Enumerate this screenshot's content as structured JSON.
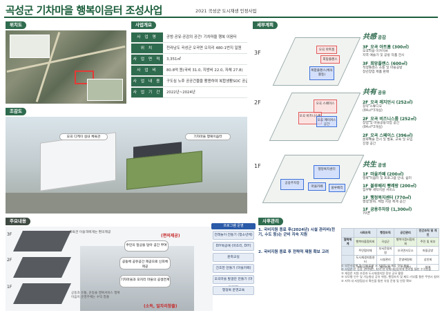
{
  "header": {
    "title": "곡성군 기차마을 행복이음터 조성사업",
    "subtitle": "2021 곡성군 도시재생 인정사업"
  },
  "location": {
    "section": "위치도"
  },
  "overview": {
    "section": "사업개요",
    "rows": [
      {
        "key": "사 업 명",
        "value": "공방·공유·공감의 공간! 기차마을 행복 이음터"
      },
      {
        "key": "위 치",
        "value": "전라남도 곡성군 오곡면 오지리 480-1번지 일원"
      },
      {
        "key": "사 업 면 적",
        "value": "3,351㎡"
      },
      {
        "key": "사 업 비",
        "value": "80.8억 원(국비 31.0, 지방비 22.0, 자체 27.8)"
      },
      {
        "key": "사 업 내 용",
        "value": "구도심 노후 공공건물을 활용하여 복합생활SOC 공급"
      },
      {
        "key": "사 업 기 간",
        "value": "2022년~2024년"
      }
    ]
  },
  "birdseye": {
    "section": "조감도",
    "callouts": [
      "오곡 디케이 실내 체육관",
      "기차마을 행복이음터"
    ]
  },
  "detail": {
    "section": "세부계획",
    "floors": [
      "3F",
      "2F",
      "1F"
    ],
    "rooms_3f": [
      "오곡 아트홈",
      "희망플랜스",
      "복합플랜스(체육활동)"
    ],
    "rooms_2f": [
      "오곡 스페이스",
      "오곡 비즈니스룸",
      "오곡 메이커스 공간"
    ],
    "rooms_1f": [
      "행정복지센터",
      "마을카페",
      "공용주차장",
      "블루베리"
    ]
  },
  "plan": {
    "groups": [
      {
        "head": "共感",
        "sub": "공감",
        "items": [
          {
            "name": "3F_오곡 아트홈 (300㎡)",
            "desc": [
              "오곡지용 이카이브",
              "지역 예술가 및 공방 작품 전시"
            ]
          },
          {
            "name": "3F_희망플랜스 (600㎡)",
            "desc": [
              "적정플랜스 소통 및 마을공방",
              "창년창업 제품 판매"
            ]
          }
        ]
      },
      {
        "head": "共有",
        "sub": "공유",
        "items": [
          {
            "name": "2F_오곡 레지던시 (252㎡)",
            "desc": [
              "창작 스튜디오",
              "(84㎡*3개실)"
            ]
          },
          {
            "name": "2F_오곡 비즈니스룸 (252㎡)",
            "desc": [
              "창업 및 마을공동작업 공간",
              "(84㎡*3개실)"
            ]
          },
          {
            "name": "2F_오곡 스페이스 (396㎡)",
            "desc": [
              "문화예술 전시 및 발표, 교육 및 모임",
              "진행 공간"
            ]
          }
        ]
      },
      {
        "head": "共生",
        "sub": "공생",
        "items": [
          {
            "name": "1F_마을카페 (200㎡)",
            "desc": [
              "행복 이음터 및 프로그램 안내, 쉼터"
            ]
          },
          {
            "name": "1F_블루베리 빵레랑 (200㎡)",
            "desc": [
              "힘우류 세탁지원 서비스"
            ]
          },
          {
            "name": "1F_행정복지센터 (770㎡)",
            "desc": [
              "행정,문화, 체험 지원 체계 공간"
            ]
          },
          {
            "name": "1F_공용주차장 (1,300㎡)",
            "desc": [
              "70면"
            ]
          }
        ]
      }
    ]
  },
  "contents": {
    "section": "주요내용",
    "floors": [
      "3F",
      "2F",
      "1F"
    ],
    "callouts": [
      "체육관 이용객에게는 편의제공",
      "(편의제공)",
      "주민의 일상을 담아 공간 부여",
      "공동체 공유공간 제공으로 신뢰체 제공",
      "기차마을과 오지리 마을의 공생연계",
      "공동과 유통, 운동을 행복서비스 행복이음이 운영주체는 수익 창출",
      "(소득, 일자리창출)"
    ],
    "program_title": "프로그램 운영",
    "programs": [
      "전래놀이·전통기 (청소년체)",
      "DIY목공예 (마조리, DIY)",
      "문화교실",
      "건조한 만들기 (마을카페)",
      "오곡마을 발걸만 만들기 (마을카페)",
      "행정복 운영교육"
    ]
  },
  "management": {
    "section": "사후관리",
    "points": [
      "1. 국비지원 종료 후(2024년) 시설 관리비(전기, 수도 등)는 군비 지속 지원",
      "2. 국비지원 종료 후 전략적 재원 확보 고려"
    ],
    "table": {
      "headers": [
        "",
        "사회조직",
        "행정조직",
        "공간관리",
        "민간조직 및 개인"
      ],
      "rows": [
        [
          "협력체계",
          "행복마을협의회",
          "곡성군",
          "행복이음터협의회",
          "주민 및 외부"
        ],
        [
          "",
          "주민협의체",
          "부서운영지원",
          "오곡면사무소",
          "마을공방"
        ],
        [
          "",
          "도시재생지원센터",
          "시설관리",
          "운영위원회",
          "상인회"
        ],
        [
          "",
          "프로그램운영",
          "예산지원",
          "수익관리",
          "참여"
        ]
      ],
      "notes": [
        "① 부문사업별 및 단체 등록 시 지원팀 및 제휴 협력 체결",
        "② 사업운 운 등용 관리재단, 지역 내 자체사업협력에 정리를 통한 수익창출",
        "③ 재정운 지원 조정과 도시재생지원 정부 공모 활용",
        "④ 부모형 인수 및 기능향상 공유 위원, 행정자치 및 제도·기부를 통한 주변시 참여",
        "⑤ 지역 내 지원협상사 확인을 통한 유일 운영 및 안정 확보"
      ]
    }
  }
}
